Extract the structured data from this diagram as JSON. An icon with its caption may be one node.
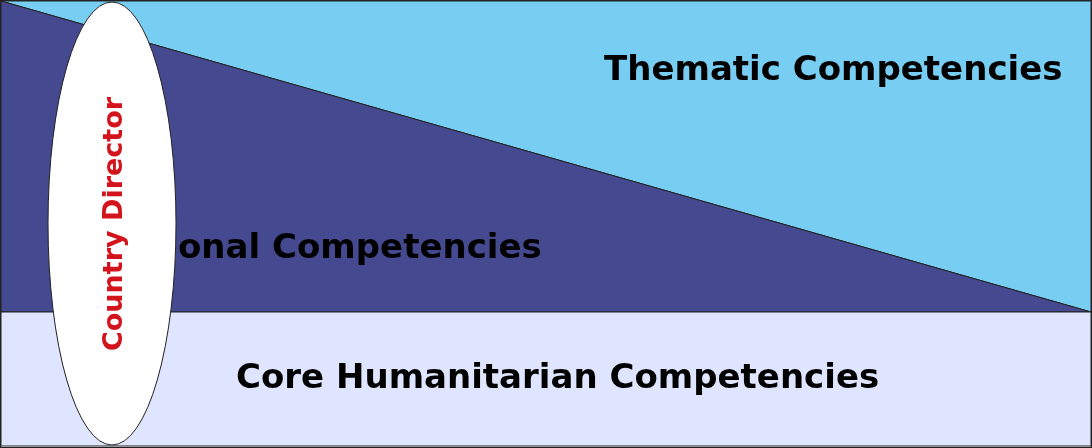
{
  "diagram": {
    "nodes": [
      {
        "text": [
          "Thematic Competencies"
        ]
      },
      {
        "text": [
          "onal Competencies"
        ]
      },
      {
        "text": [
          "Core Humanitarian Competencies"
        ]
      },
      {
        "text": [
          "Country Director"
        ]
      }
    ]
  }
}
